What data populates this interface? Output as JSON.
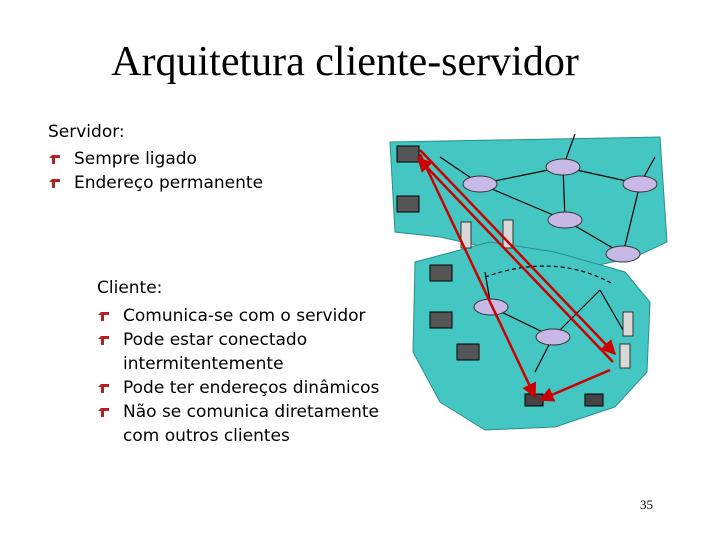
{
  "slide": {
    "title": "Arquitetura cliente-servidor",
    "page_number": "35"
  },
  "server": {
    "heading": "Servidor:",
    "items": [
      "Sempre ligado",
      "Endereço permanente"
    ]
  },
  "client": {
    "heading": "Cliente:",
    "items": [
      "Comunica-se com o servidor",
      "Pode estar conectado intermitentemente",
      "Pode ter endereços dinâmicos",
      "Não se comunica diretamente com outros clientes"
    ]
  },
  "colors": {
    "bullet": "#b22222",
    "network_fill": "#44c7c2",
    "arrow": "#cc0000",
    "router": "#c8b8e6"
  }
}
